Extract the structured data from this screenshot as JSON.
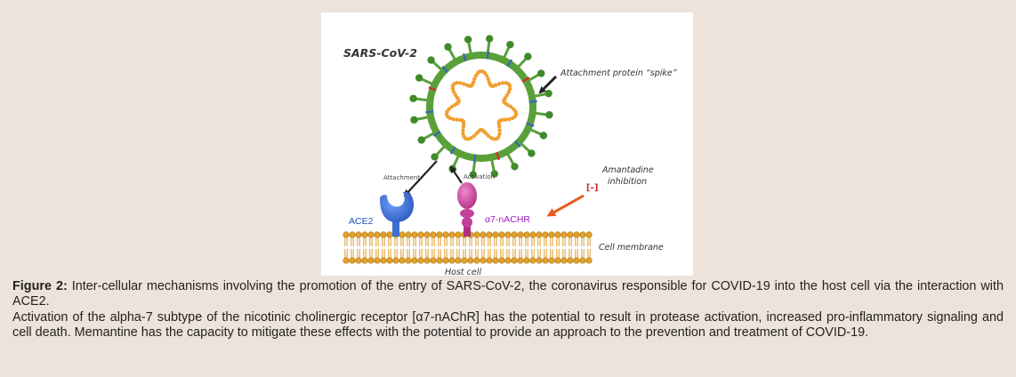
{
  "diagram": {
    "virus_label": "SARS-CoV-2",
    "spike_label": "Attachment protein “spike”",
    "attachment_label": "Attachment",
    "activation_label": "Activation",
    "amantadine_label": "Amantadine",
    "inhibition_label": "inhibition",
    "inhibit_symbol": "[–]",
    "ace2_label": "ACE2",
    "receptor_label": "α7-nACHR",
    "membrane_label": "Cell membrane",
    "host_label": "Host cell",
    "colors": {
      "virus_green": "#5aa03a",
      "rna_orange": "#f0a030",
      "ace2_blue": "#3b6fd0",
      "receptor_pink": "#d04aa0",
      "receptor_text": "#a020c0",
      "ace2_text": "#1f4fbf",
      "inhibit_arrow": "#e85a1a",
      "membrane_head": "#e0a030"
    }
  },
  "caption": {
    "figure_label": "Figure 2:",
    "paragraph1": "Inter-cellular mechanisms involving the promotion of the entry of SARS-CoV-2, the coronavirus responsible for COVID-19 into the host cell via the interaction with ACE2.",
    "paragraph2": "Activation of the alpha-7 subtype of the nicotinic cholinergic receptor [α7-nAChR] has the potential to result in protease activation, increased pro-inflammatory signaling and cell death. Memantine has the capacity to mitigate these effects with the potential to provide an approach to the prevention and treatment of COVID-19."
  }
}
